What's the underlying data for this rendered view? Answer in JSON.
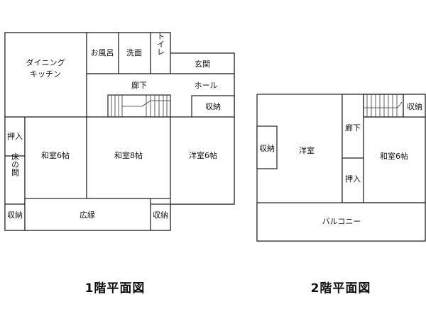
{
  "floor1": {
    "title": "1階平面図",
    "rooms": {
      "dining_line1": "ダイニング",
      "dining_line2": "キッチン",
      "bath": "お風呂",
      "washroom": "洗面",
      "toilet": "トイレ",
      "entrance": "玄関",
      "hallway": "廊下",
      "hall": "ホール",
      "storage_hall": "収納",
      "closet_left": "押入",
      "tokonoma": "床の間",
      "washitsu6": "和室6帖",
      "washitsu8": "和室8帖",
      "youshitsu6": "洋室6帖",
      "storage_bl": "収納",
      "engawa": "広縁",
      "storage_bm": "収納"
    }
  },
  "floor2": {
    "title": "2階平面図",
    "rooms": {
      "storage_left": "収納",
      "youshitsu": "洋室",
      "hallway": "廊下",
      "closet": "押入",
      "storage_top": "収納",
      "washitsu6": "和室6帖",
      "balcony": "バルコニー"
    }
  }
}
